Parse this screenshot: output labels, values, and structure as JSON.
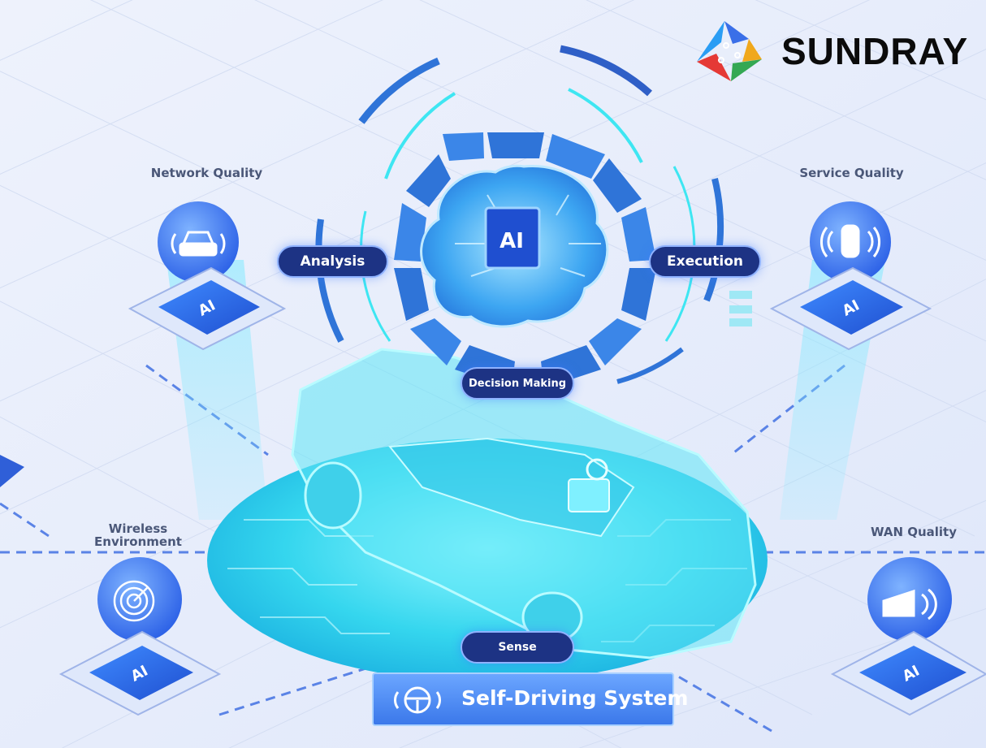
{
  "brand": {
    "name": "SUNDRAY"
  },
  "center": {
    "chip_label": "AI"
  },
  "stages": {
    "analysis": "Analysis",
    "execution": "Execution",
    "decision": "Decision Making",
    "sense": "Sense"
  },
  "nodes": [
    {
      "key": "network",
      "title": "Network Quality",
      "icon": "car-signal-icon",
      "chip": "AI"
    },
    {
      "key": "service",
      "title": "Service Quality",
      "icon": "car-sensor-icon",
      "chip": "AI"
    },
    {
      "key": "wireless",
      "title_line1": "Wireless",
      "title_line2": "Environment",
      "icon": "radar-icon",
      "chip": "AI"
    },
    {
      "key": "wan",
      "title": "WAN Quality",
      "icon": "camera-signal-icon",
      "chip": "AI"
    }
  ],
  "system": {
    "label": "Self-Driving System",
    "icon": "steering-wheel-icon"
  },
  "colors": {
    "navy": "#1d3384",
    "cyan": "#3ee6f2",
    "blue": "#2d6ef0",
    "background": "#e6ecfa"
  }
}
